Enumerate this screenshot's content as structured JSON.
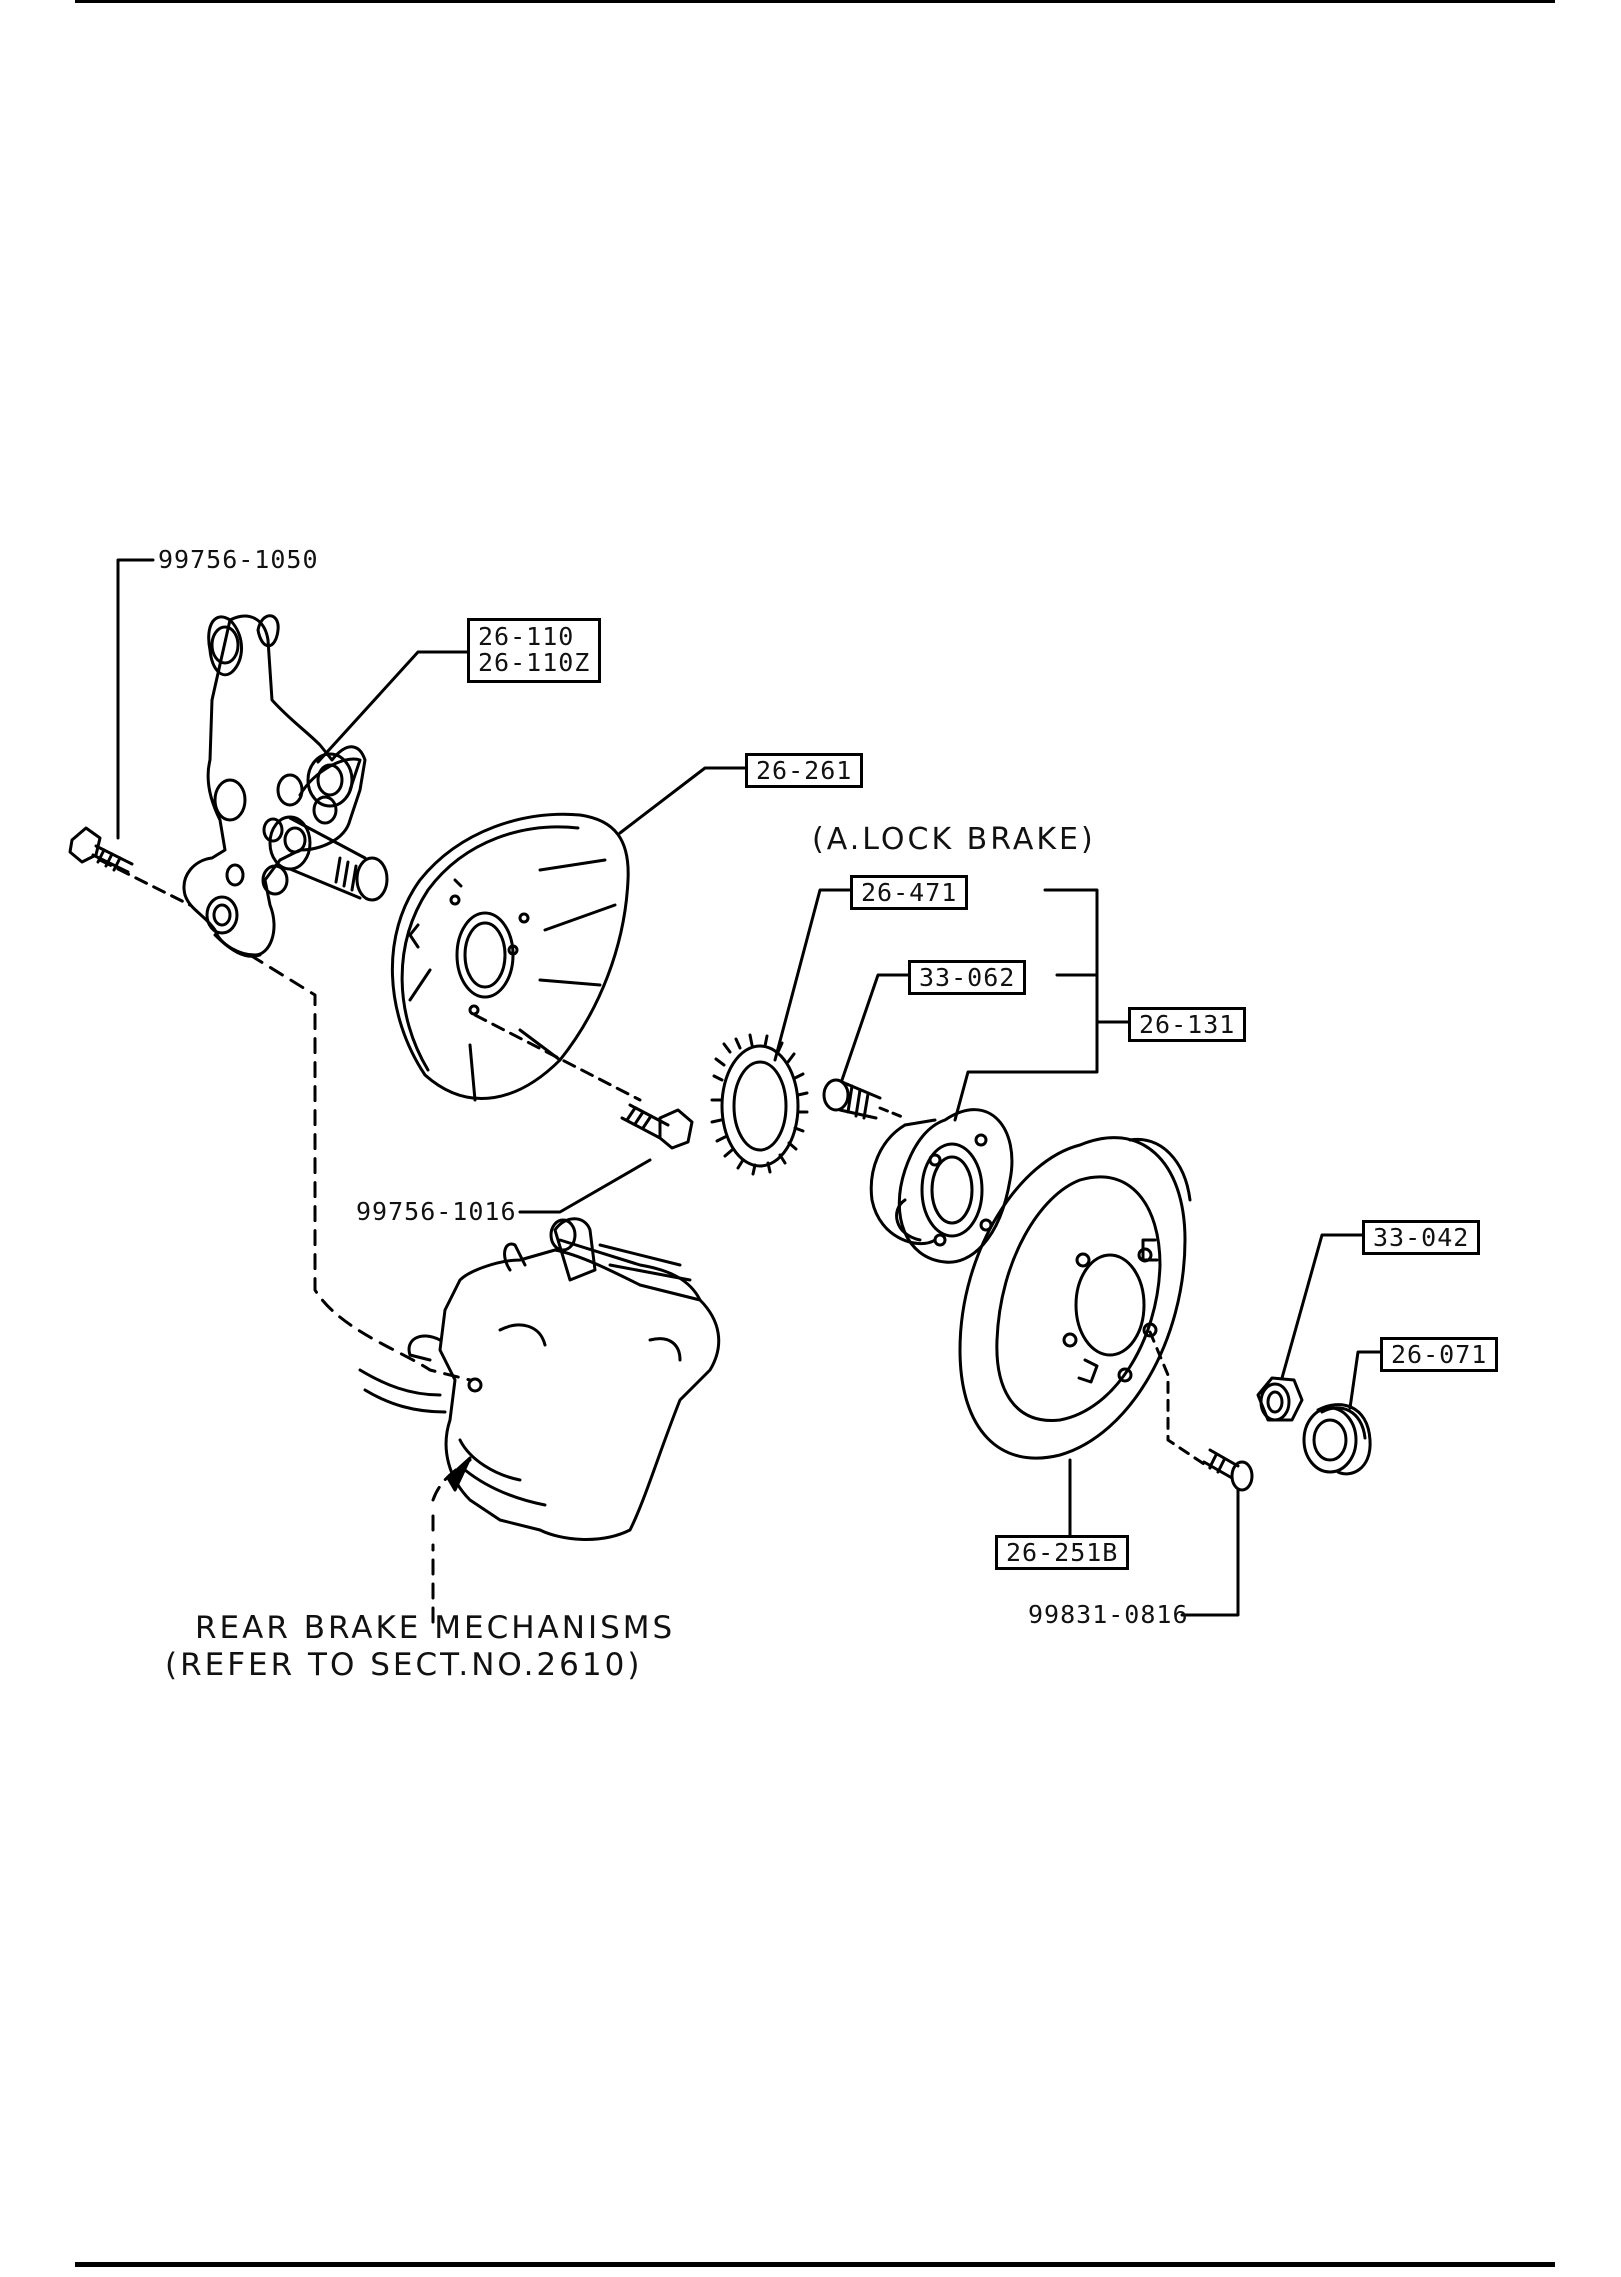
{
  "labels": {
    "bolt_knuckle": "99756-1050",
    "bolt_plate": "99756-1016",
    "bolt_disc": "99831-0816"
  },
  "boxes": {
    "knuckle_line1": "26-110",
    "knuckle_line2": "26-110Z",
    "dust_cover": "26-261",
    "sensor_rotor": "26-471",
    "hub_bolt": "33-062",
    "hub_assy": "26-131",
    "lock_nut": "33-042",
    "hub_cap": "26-071",
    "disc": "26-251B"
  },
  "notes": {
    "abs": "(A.LOCK BRAKE)",
    "rear_brake_line1": "REAR BRAKE MECHANISMS",
    "rear_brake_line2": "(REFER TO SECT.NO.2610)"
  }
}
